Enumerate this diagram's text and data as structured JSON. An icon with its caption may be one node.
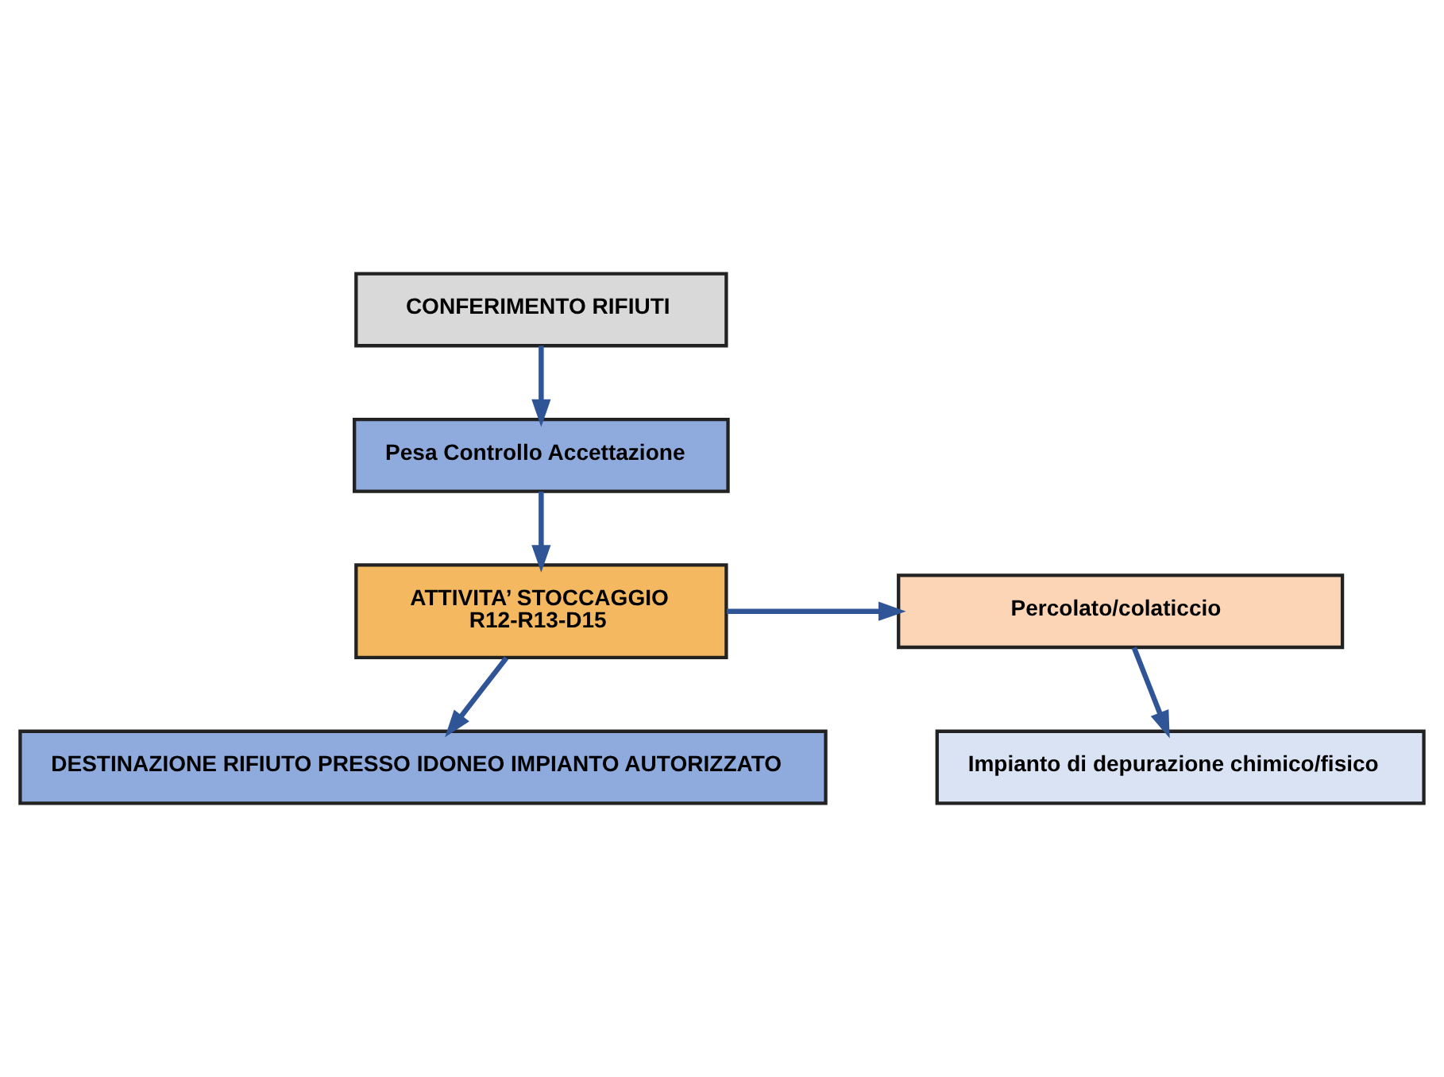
{
  "diagram": {
    "nodes": [
      {
        "text": [
          "CONFERIMENTO RIFIUTI"
        ]
      },
      {
        "text": [
          "Pesa Controllo Accettazione"
        ]
      },
      {
        "text": [
          "ATTIVITA’ STOCCAGGIO",
          "R12-R13-D15"
        ]
      },
      {
        "text": [
          "Percolato/colaticcio"
        ]
      },
      {
        "text": [
          "Impianto di depurazione chimico/fisico"
        ]
      },
      {
        "text": [
          "DESTINAZIONE RIFIUTO PRESSO IDONEO IMPIANTO AUTORIZZATO"
        ]
      }
    ],
    "edges": [
      {
        "from": 0,
        "to": 1,
        "arrow": "to"
      },
      {
        "from": 1,
        "to": 2,
        "arrow": "to"
      },
      {
        "from": 2,
        "to": 3,
        "arrow": "to"
      },
      {
        "from": 3,
        "to": 4,
        "arrow": "to"
      },
      {
        "from": 2,
        "to": 5,
        "arrow": "to"
      }
    ]
  }
}
